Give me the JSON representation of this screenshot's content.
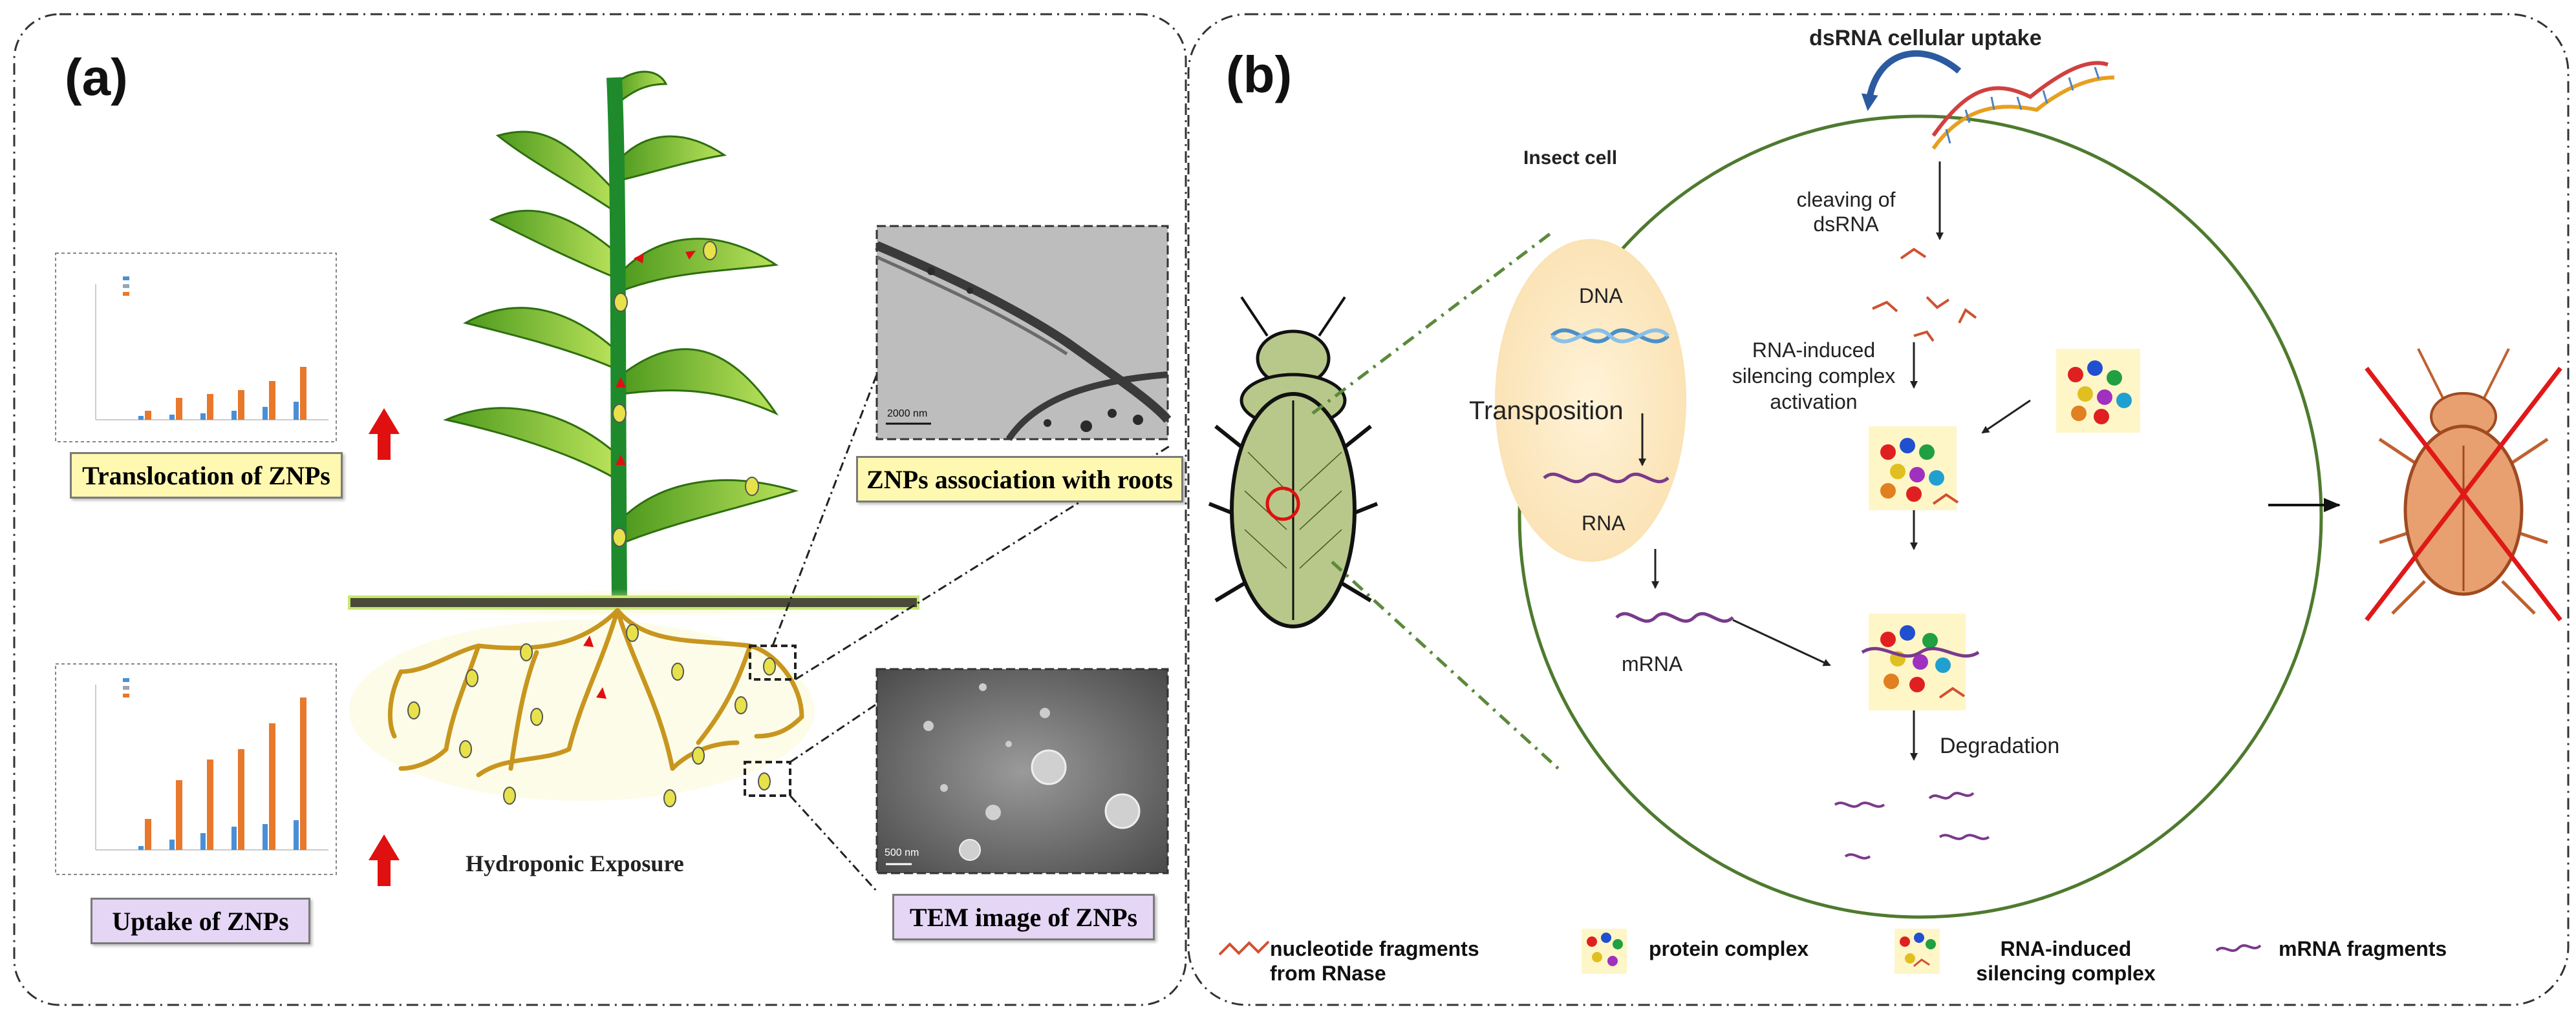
{
  "panel_a": {
    "label": "(a)",
    "translocation_label": "Translocation of ZNPs",
    "uptake_label": "Uptake of ZNPs",
    "association_label": "ZNPs association with roots",
    "tem_label": "TEM image of  ZNPs",
    "hydroponic_label": "Hydroponic Exposure",
    "scale_top": "2000 nm",
    "scale_bottom": "500 nm",
    "colors": {
      "yellow_box": "#fff8b0",
      "purple_box": "#e4d6f4",
      "arrow_red": "#e01010",
      "leaf_green": "#6abf2a",
      "root_brown": "#c8961e"
    }
  },
  "panel_b": {
    "label": "(b)",
    "dsrna_uptake": "dsRNA cellular uptake",
    "insect_cell": "Insect cell",
    "cleaving": "cleaving of dsRNA",
    "risc_activation": "RNA-induced silencing complex activation",
    "dna": "DNA",
    "transposition": "Transposition",
    "rna": "RNA",
    "mrna": "mRNA",
    "degradation": "Degradation"
  },
  "legend": {
    "nucleotide": "nucleotide fragments from RNase",
    "protein": "protein complex",
    "risc": "RNA-induced silencing complex",
    "mrna_fragments": "mRNA fragments"
  }
}
